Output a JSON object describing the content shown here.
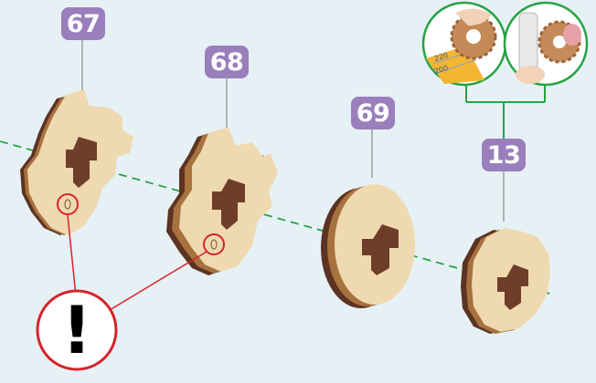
{
  "parts": [
    {
      "id": "part-67",
      "label": "67",
      "warning": true
    },
    {
      "id": "part-68",
      "label": "68",
      "warning": true
    },
    {
      "id": "part-69",
      "label": "69",
      "warning": false
    },
    {
      "id": "part-13",
      "label": "13",
      "warning": false
    }
  ],
  "inset": {
    "ruler_numbers": [
      "220",
      "200"
    ]
  },
  "warning_symbol": "!",
  "colors": {
    "background": "#e6f1f6",
    "label_bg": "#9a7fbc",
    "axis_line": "#27a344",
    "warning_red": "#d6232a",
    "inset_border": "#27a344",
    "wood_light": "#efd9b0",
    "wood_dark": "#6e3e2a",
    "gear_color": "#c48a58"
  }
}
